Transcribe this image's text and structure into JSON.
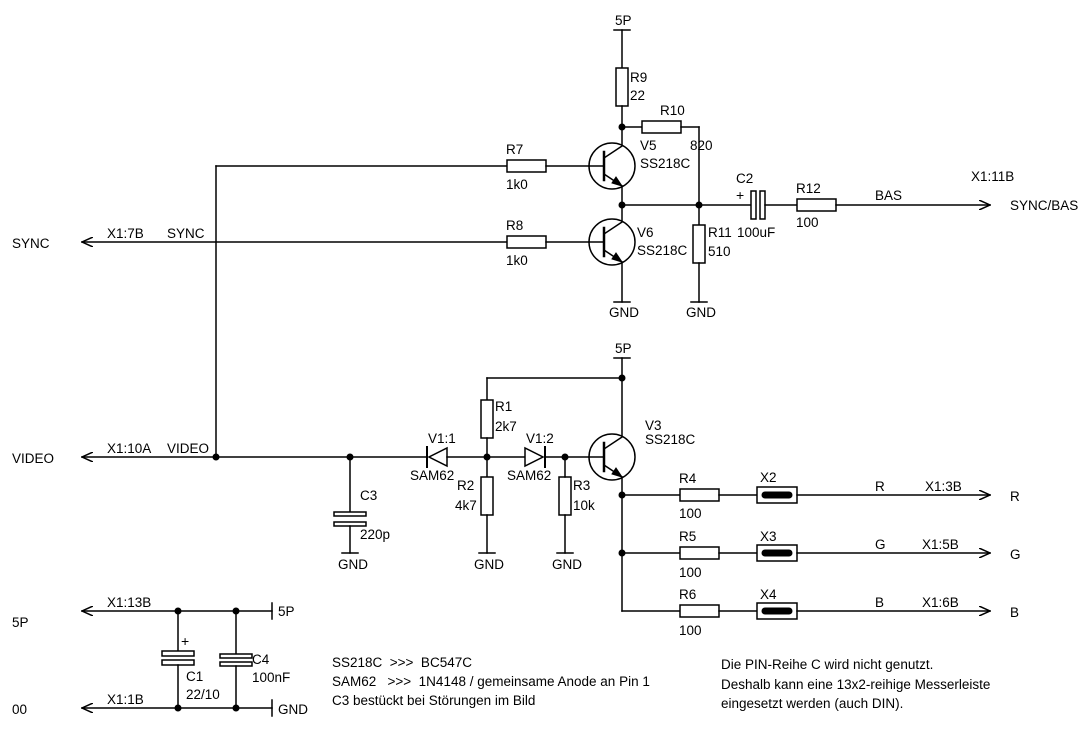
{
  "signals": {
    "sync_left": "SYNC",
    "video_left": "VIDEO",
    "p5_left": "5P",
    "ground_left": "00",
    "sync_bas_right": "SYNC/BAS",
    "r_right": "R",
    "g_right": "G",
    "b_right": "B"
  },
  "connectors": {
    "x1_7b": "X1:7B",
    "x1_10a": "X1:10A",
    "x1_13b": "X1:13B",
    "x1_1b": "X1:1B",
    "x1_11b": "X1:11B",
    "x1_3b": "X1:3B",
    "x1_5b": "X1:5B",
    "x1_6b": "X1:6B"
  },
  "nets": {
    "sync": "SYNC",
    "video": "VIDEO",
    "bas": "BAS",
    "r": "R",
    "g": "G",
    "b": "B",
    "p5": "5P",
    "gnd": "GND"
  },
  "components": {
    "r1": {
      "ref": "R1",
      "value": "2k7"
    },
    "r2": {
      "ref": "R2",
      "value": "4k7"
    },
    "r3": {
      "ref": "R3",
      "value": "10k"
    },
    "r4": {
      "ref": "R4",
      "value": "100"
    },
    "r5": {
      "ref": "R5",
      "value": "100"
    },
    "r6": {
      "ref": "R6",
      "value": "100"
    },
    "r7": {
      "ref": "R7",
      "value": "1k0"
    },
    "r8": {
      "ref": "R8",
      "value": "1k0"
    },
    "r9": {
      "ref": "R9",
      "value": "22"
    },
    "r10": {
      "ref": "R10",
      "value": "820"
    },
    "r11": {
      "ref": "R11",
      "value": "510"
    },
    "r12": {
      "ref": "R12",
      "value": "100"
    },
    "c1": {
      "ref": "C1",
      "value": "22/10",
      "polarity": "+"
    },
    "c2": {
      "ref": "C2",
      "value": "100uF",
      "polarity": "+"
    },
    "c3": {
      "ref": "C3",
      "value": "220p"
    },
    "c4": {
      "ref": "C4",
      "value": "100nF"
    },
    "v1_1": {
      "ref": "V1:1",
      "type": "SAM62"
    },
    "v1_2": {
      "ref": "V1:2",
      "type": "SAM62"
    },
    "v3": {
      "ref": "V3",
      "type": "SS218C"
    },
    "v5": {
      "ref": "V5",
      "type": "SS218C"
    },
    "v6": {
      "ref": "V6",
      "type": "SS218C"
    },
    "x2": {
      "ref": "X2"
    },
    "x3": {
      "ref": "X3"
    },
    "x4": {
      "ref": "X4"
    }
  },
  "notes": {
    "parts_line1": "SS218C  >>>  BC547C",
    "parts_line2": "SAM62   >>>  1N4148 / gemeinsame Anode an Pin 1",
    "parts_line3": "C3 bestückt bei Störungen im Bild",
    "pin_line1": "Die PIN-Reihe C wird nicht genutzt.",
    "pin_line2": "Deshalb kann eine 13x2-reihige Messerleiste",
    "pin_line3": "eingesetzt werden (auch DIN)."
  }
}
